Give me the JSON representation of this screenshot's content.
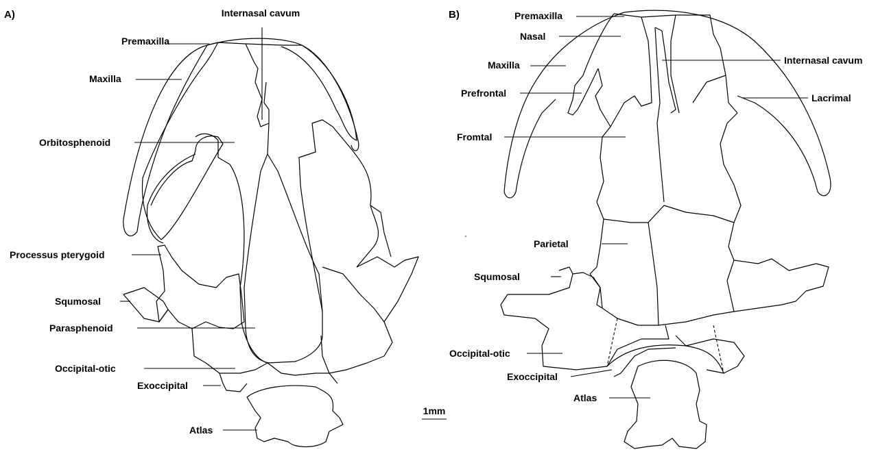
{
  "panels": {
    "a": {
      "tag": "A)",
      "labels": {
        "internasal": "Internasal cavum",
        "premaxilla": "Premaxilla",
        "maxilla": "Maxilla",
        "orbitosphenoid": "Orbitosphenoid",
        "processus": "Processus pterygoid",
        "squmosal": "Squmosal",
        "parasphenoid": "Parasphenoid",
        "occipital": "Occipital-otic",
        "exoccipital": "Exoccipital",
        "atlas": "Atlas"
      }
    },
    "b": {
      "tag": "B)",
      "labels": {
        "premaxilla": "Premaxilla",
        "nasal": "Nasal",
        "maxilla": "Maxilla",
        "prefrontal": "Prefrontal",
        "fromtal": "Fromtal",
        "internasal": "Internasal cavum",
        "lacrimal": "Lacrimal",
        "parietal": "Parietal",
        "squmosal": "Squmosal",
        "occipital": "Occipital-otic",
        "exoccipital": "Exoccipital",
        "atlas": "Atlas"
      }
    }
  },
  "scale_bar": {
    "label": "1mm"
  }
}
